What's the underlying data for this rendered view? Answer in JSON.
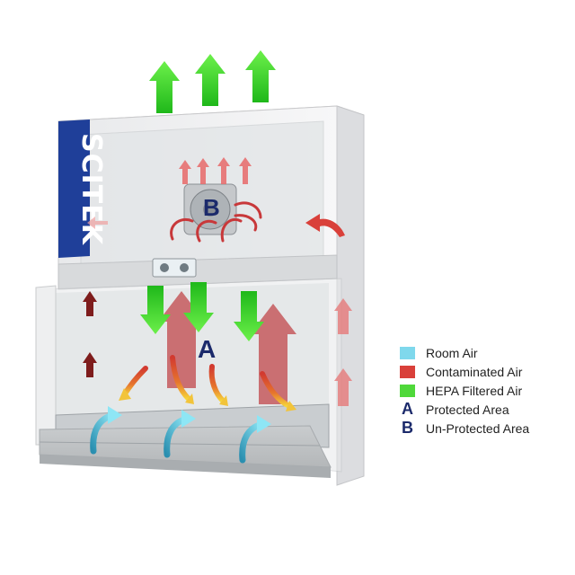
{
  "brand": {
    "logo_text": "SCITEK"
  },
  "diagram": {
    "zone_b_letter": "B",
    "zone_a_letter": "A"
  },
  "legend": {
    "items": [
      {
        "kind": "swatch",
        "color": "#7fd8ec",
        "label": "Room Air"
      },
      {
        "kind": "swatch",
        "color": "#d9403a",
        "label": "Contaminated  Air"
      },
      {
        "kind": "swatch",
        "color": "#4fd83a",
        "label": "HEPA Filtered Air"
      },
      {
        "kind": "letter",
        "letter": "A",
        "label": "Protected Area"
      },
      {
        "kind": "letter",
        "letter": "B",
        "label": "Un-Protected Area"
      }
    ]
  },
  "colors": {
    "room_air": "#7fd8ec",
    "contaminated_air": "#d9403a",
    "hepa_air": "#4fd83a",
    "zone_letter": "#1b2a6b",
    "brand_blue": "#1f3f99"
  }
}
